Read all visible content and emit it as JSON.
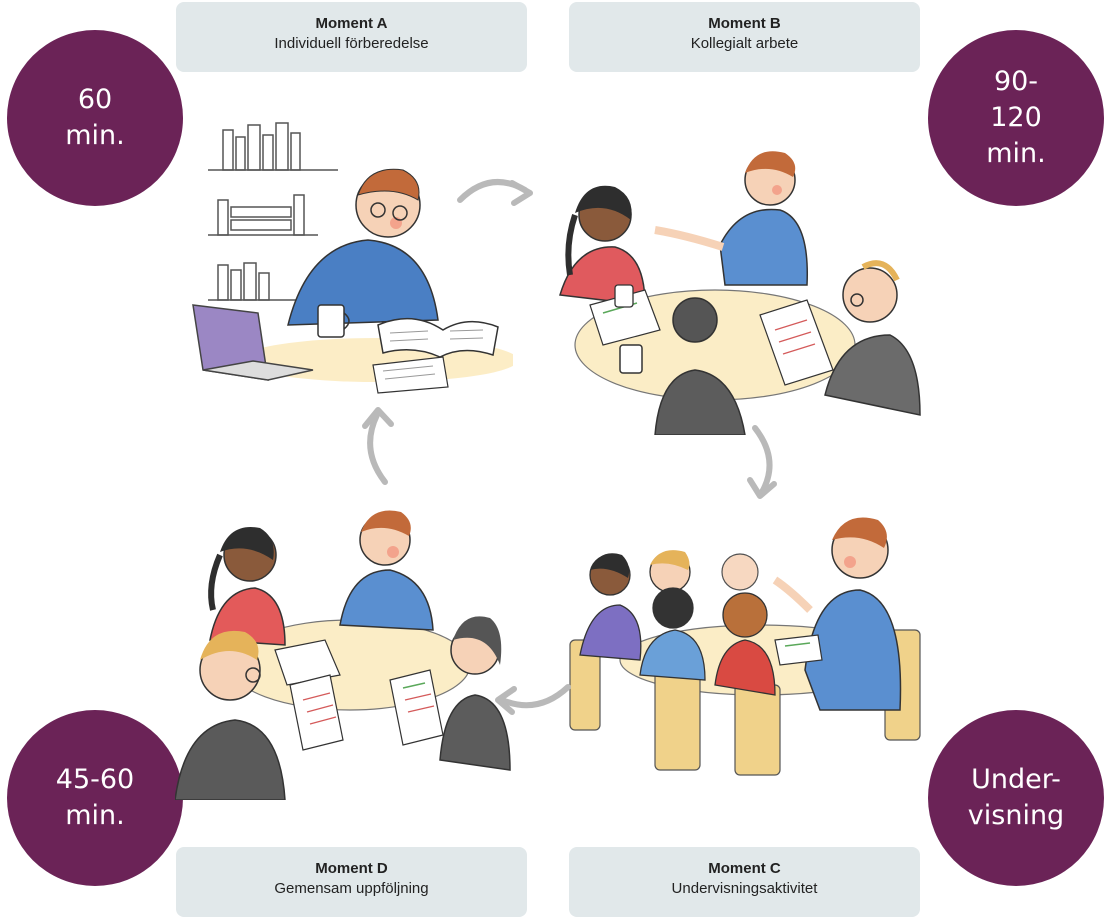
{
  "moments": {
    "a": {
      "title": "Moment A",
      "subtitle": "Individuell förberedelse"
    },
    "b": {
      "title": "Moment B",
      "subtitle": "Kollegialt arbete"
    },
    "c": {
      "title": "Moment C",
      "subtitle": "Undervisningsaktivitet"
    },
    "d": {
      "title": "Moment D",
      "subtitle": "Gemensam uppföljning"
    }
  },
  "durations": {
    "a": "60\nmin.",
    "b": "90-\n120\nmin.",
    "c": "Under-\nvisning",
    "d": "45-60\nmin."
  },
  "colors": {
    "circle": "#6b2357",
    "box": "#e1e8ea",
    "arrow": "#b9b9b9"
  },
  "icons": [
    "cycle-arrow-icon"
  ]
}
